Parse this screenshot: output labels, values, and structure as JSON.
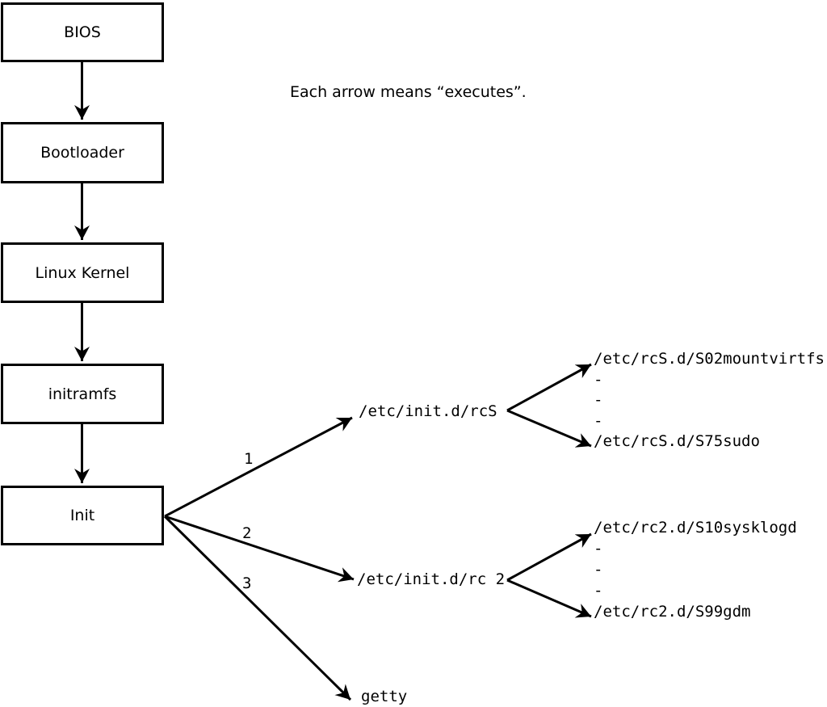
{
  "colors": {
    "ink": "#000000",
    "background": "#ffffff"
  },
  "note": "Each arrow means “executes”.",
  "flow_boxes": [
    {
      "label": "BIOS"
    },
    {
      "label": "Bootloader"
    },
    {
      "label": "Linux Kernel"
    },
    {
      "label": "initramfs"
    },
    {
      "label": "Init"
    }
  ],
  "init_fanout": [
    {
      "order": "1",
      "target": "/etc/init.d/rcS"
    },
    {
      "order": "2",
      "target": "/etc/init.d/rc 2"
    },
    {
      "order": "3",
      "target": "getty"
    }
  ],
  "rcS_scripts": [
    "/etc/rcS.d/S02mountvirtfs",
    "-",
    "-",
    "-",
    "/etc/rcS.d/S75sudo"
  ],
  "rc2_scripts": [
    "/etc/rc2.d/S10sysklogd",
    "-",
    "-",
    "-",
    "/etc/rc2.d/S99gdm"
  ]
}
